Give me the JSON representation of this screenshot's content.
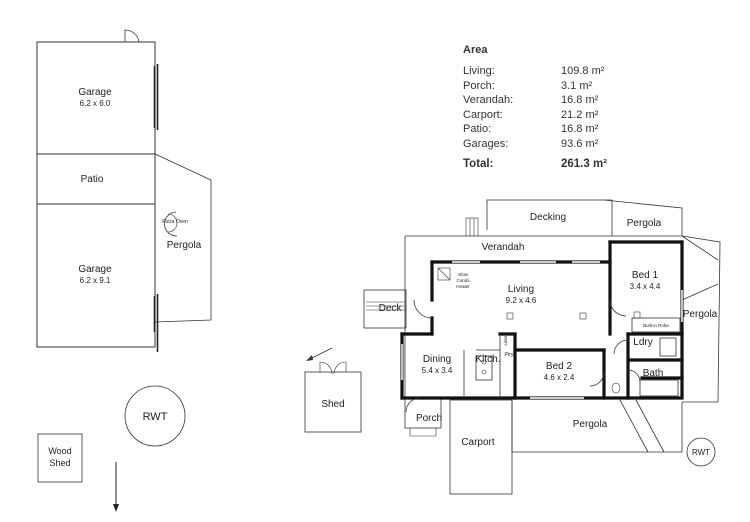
{
  "area_table": {
    "title": "Area",
    "rows": [
      {
        "label": "Living:",
        "value": "109.8 m²"
      },
      {
        "label": "Porch:",
        "value": "3.1 m²"
      },
      {
        "label": "Verandah:",
        "value": "16.8 m²"
      },
      {
        "label": "Carport:",
        "value": "21.2 m²"
      },
      {
        "label": "Patio:",
        "value": "16.8 m²"
      },
      {
        "label": "Garages:",
        "value": "93.6 m²"
      }
    ],
    "total": {
      "label": "Total:",
      "value": "261.3 m²"
    }
  },
  "rooms": {
    "garage1": {
      "name": "Garage",
      "dims": "6.2 x 6.0"
    },
    "patio": {
      "name": "Patio"
    },
    "garage2": {
      "name": "Garage",
      "dims": "6.2 x 9.1"
    },
    "pizza_oven": {
      "name": "Pizza Oven"
    },
    "pergola_left": {
      "name": "Pergola"
    },
    "rwt_left": {
      "name": "RWT"
    },
    "woodshed": {
      "line1": "Wood",
      "line2": "Shed"
    },
    "shed": {
      "name": "Shed"
    },
    "decking": {
      "name": "Decking"
    },
    "pergola_top": {
      "name": "Pergola"
    },
    "verandah": {
      "name": "Verandah"
    },
    "slow_heater": {
      "line1": "Slow",
      "line2": "Combi",
      "line3": "Heater"
    },
    "living": {
      "name": "Living",
      "dims": "9.2 x 4.6"
    },
    "bed1": {
      "name": "Bed 1",
      "dims": "3.4 x 4.4"
    },
    "deck": {
      "name": "Deck"
    },
    "pergola_right": {
      "name": "Pergola"
    },
    "built_in_robe": {
      "name": "Built-in Robe"
    },
    "linen": {
      "name": "Linen"
    },
    "pantry": {
      "name": "Ptry"
    },
    "laundry": {
      "name": "Ldry"
    },
    "dining": {
      "name": "Dining",
      "dims": "5.4 x 3.4"
    },
    "kitchen": {
      "name": "Kitch."
    },
    "bed2": {
      "name": "Bed 2",
      "dims": "4.6 x 2.4"
    },
    "bath": {
      "name": "Bath"
    },
    "porch": {
      "name": "Porch"
    },
    "pergola_bottom": {
      "name": "Pergola"
    },
    "carport": {
      "name": "Carport"
    },
    "rwt_right": {
      "name": "RWT"
    }
  }
}
